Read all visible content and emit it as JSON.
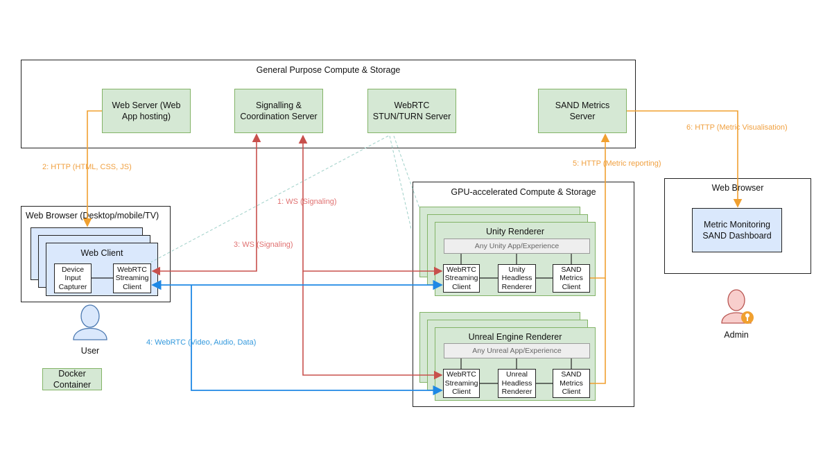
{
  "general_compute": {
    "title": "General Purpose Compute & Storage",
    "web_server": "Web Server (Web\nApp hosting)",
    "signalling": "Signalling &\nCoordination Server",
    "stun_turn": "WebRTC\nSTUN/TURN Server",
    "metrics_server": "SAND Metrics\nServer"
  },
  "gpu_compute": {
    "title": "GPU-accelerated Compute & Storage",
    "unity": {
      "title": "Unity Renderer",
      "app": "Any Unity App/Experience",
      "streaming_client": "WebRTC\nStreaming\nClient",
      "headless": "Unity\nHeadless\nRenderer",
      "metrics_client": "SAND\nMetrics\nClient"
    },
    "unreal": {
      "title": "Unreal Engine Renderer",
      "app": "Any Unreal App/Experience",
      "streaming_client": "WebRTC\nStreaming\nClient",
      "headless": "Unreal\nHeadless\nRenderer",
      "metrics_client": "SAND\nMetrics\nClient"
    }
  },
  "user_browser": {
    "title": "Web Browser (Desktop/mobile/TV)",
    "web_client": "Web Client",
    "device_input": "Device\nInput\nCapturer",
    "streaming_client": "WebRTC\nStreaming\nClient"
  },
  "admin_browser": {
    "title": "Web Browser",
    "dashboard": "Metric Monitoring\nSAND Dashboard"
  },
  "connections": {
    "http_web": "2: HTTP (HTML, CSS, JS)",
    "ws_signaling_1": "1: WS (Signaling)",
    "ws_signaling_3": "3: WS (Signaling)",
    "webrtc": "4: WebRTC (Video, Audio, Data)",
    "http_metric_reporting": "5:  HTTP (Metric reporting)",
    "http_metric_vis": "6: HTTP (Metric Visualisation)"
  },
  "actors": {
    "user": "User",
    "admin": "Admin"
  },
  "legend": {
    "docker": "Docker\nContainer"
  },
  "colors": {
    "green_fill": "#d5e8d4",
    "green_border": "#82b366",
    "blue_fill": "#dae8fc",
    "orange": "#f0a030",
    "red": "#c8504c",
    "blue": "#1e88e5"
  }
}
